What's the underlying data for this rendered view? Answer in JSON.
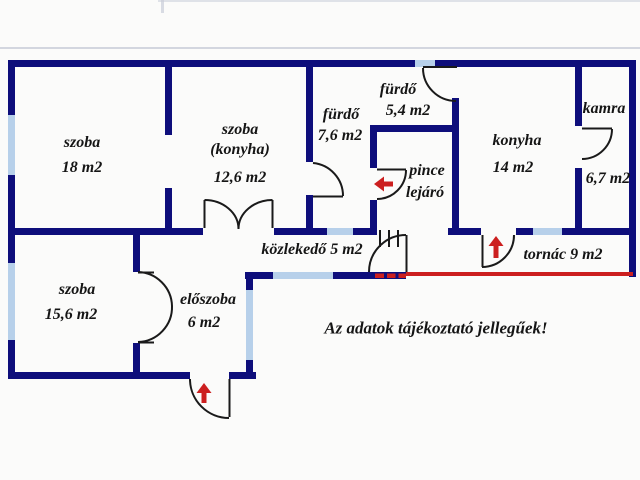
{
  "plan_title": "floor-plan",
  "colors": {
    "wall": "#0e0e7b",
    "window": "#b7d0ea",
    "accent_red": "#cc1f1f",
    "door_line": "#1a1a1a",
    "background": "#fbfbfa",
    "text": "#151515",
    "faint_line": "#c9cdd8"
  },
  "rooms": [
    {
      "id": "szoba-18",
      "lines": [
        "szoba",
        "18 m2"
      ]
    },
    {
      "id": "szoba-konyha",
      "lines": [
        "szoba",
        "(konyha)",
        "12,6 m2"
      ]
    },
    {
      "id": "furdo-76",
      "lines": [
        "fürdő",
        "7,6 m2"
      ]
    },
    {
      "id": "furdo-54",
      "lines": [
        "fürdő",
        "5,4 m2"
      ]
    },
    {
      "id": "konyha-14",
      "lines": [
        "konyha",
        "14 m2"
      ]
    },
    {
      "id": "kamra-67",
      "lines": [
        "kamra",
        "6,7 m2"
      ]
    },
    {
      "id": "pince-lejaro",
      "lines": [
        "pince",
        "lejáró"
      ]
    },
    {
      "id": "kozlekedo-5",
      "lines": [
        "közlekedő 5 m2"
      ]
    },
    {
      "id": "tornac-9",
      "lines": [
        "tornác 9 m2"
      ]
    },
    {
      "id": "szoba-156",
      "lines": [
        "szoba",
        "15,6 m2"
      ]
    },
    {
      "id": "eloszoba-6",
      "lines": [
        "előszoba",
        "6 m2"
      ]
    }
  ],
  "note": "Az adatok tájékoztató jellegűek!",
  "arrows": [
    {
      "name": "cellar-direction-arrow",
      "direction": "left"
    },
    {
      "name": "porch-entrance-arrow",
      "direction": "up"
    },
    {
      "name": "main-entrance-arrow",
      "direction": "up"
    }
  ]
}
